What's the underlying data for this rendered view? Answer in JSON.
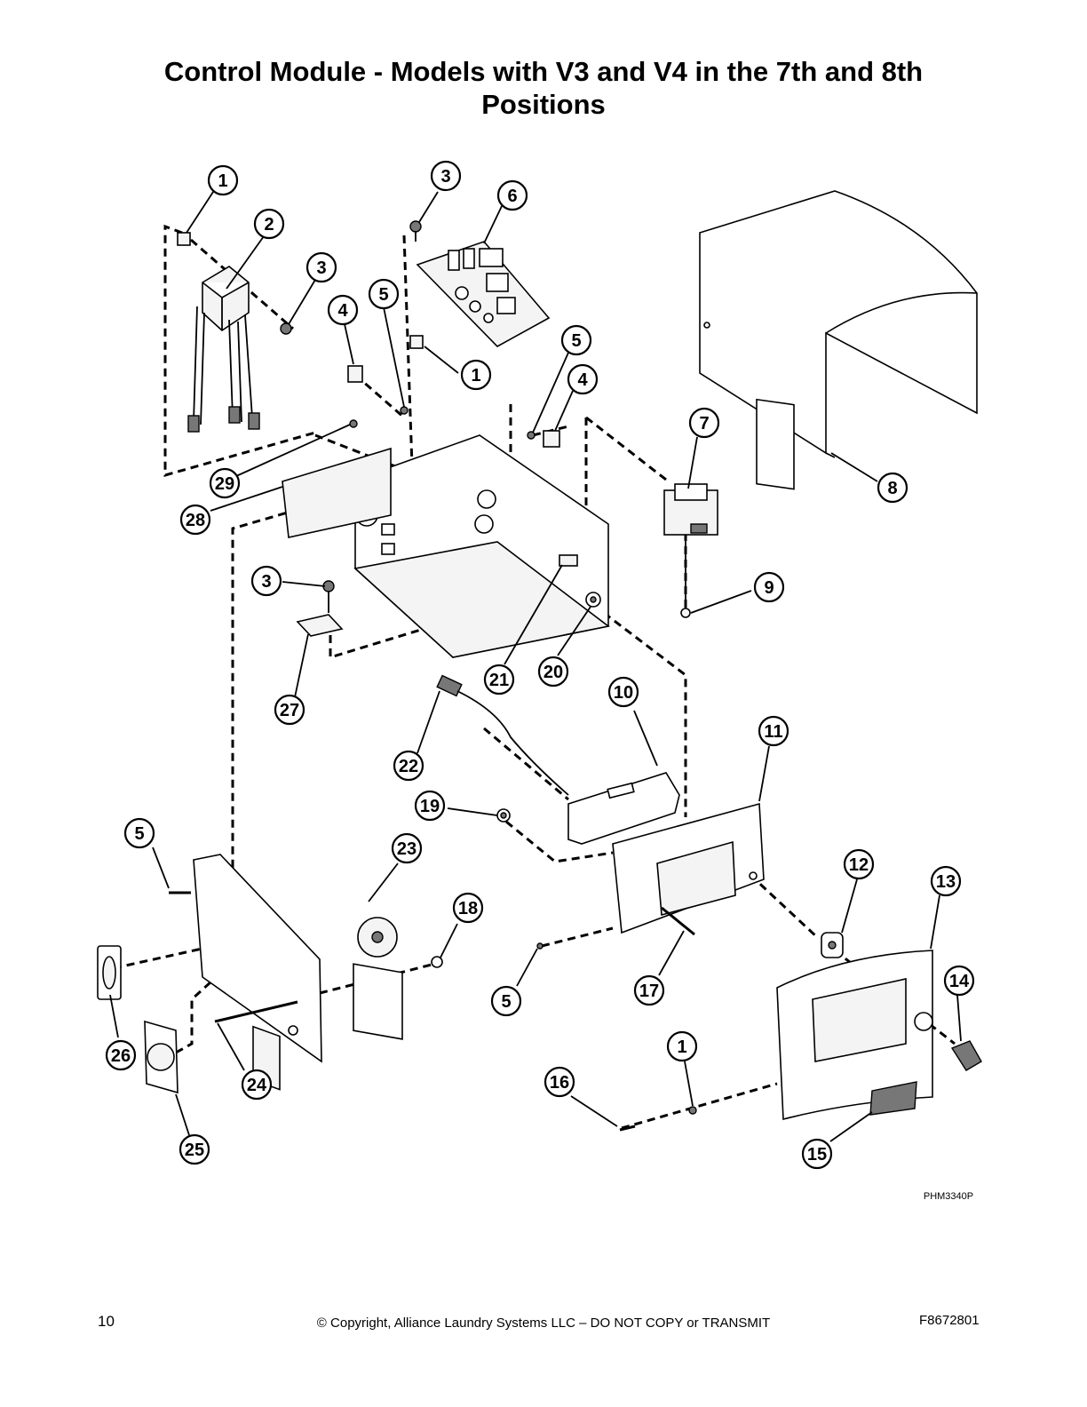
{
  "title": {
    "line1": "Control Module - Models with V3 and V4 in the 7th and 8th",
    "line2": "Positions"
  },
  "diagram": {
    "figure_code": "PHM3340P",
    "callouts": [
      {
        "label": "1"
      },
      {
        "label": "2"
      },
      {
        "label": "3"
      },
      {
        "label": "3"
      },
      {
        "label": "6"
      },
      {
        "label": "4"
      },
      {
        "label": "5"
      },
      {
        "label": "1"
      },
      {
        "label": "5"
      },
      {
        "label": "4"
      },
      {
        "label": "7"
      },
      {
        "label": "8"
      },
      {
        "label": "29"
      },
      {
        "label": "28"
      },
      {
        "label": "3"
      },
      {
        "label": "9"
      },
      {
        "label": "21"
      },
      {
        "label": "20"
      },
      {
        "label": "27"
      },
      {
        "label": "10"
      },
      {
        "label": "11"
      },
      {
        "label": "22"
      },
      {
        "label": "19"
      },
      {
        "label": "5"
      },
      {
        "label": "23"
      },
      {
        "label": "12"
      },
      {
        "label": "13"
      },
      {
        "label": "18"
      },
      {
        "label": "14"
      },
      {
        "label": "17"
      },
      {
        "label": "5"
      },
      {
        "label": "26"
      },
      {
        "label": "1"
      },
      {
        "label": "24"
      },
      {
        "label": "16"
      },
      {
        "label": "15"
      },
      {
        "label": "25"
      }
    ]
  },
  "footer": {
    "page_number": "10",
    "copyright": "© Copyright, Alliance Laundry Systems LLC – DO NOT COPY or TRANSMIT",
    "doc_number": "F8672801"
  }
}
